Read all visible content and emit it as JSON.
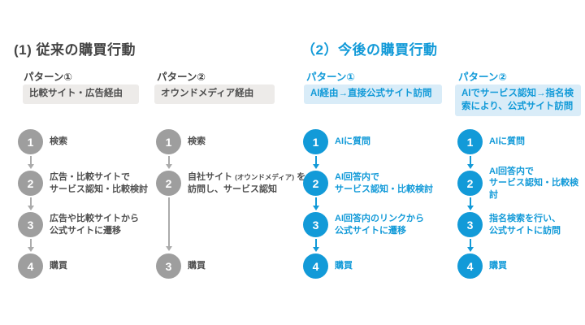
{
  "colors": {
    "accent_blue": "#129ad8",
    "blue_box_bg": "#d9ecf8",
    "gray_box_bg": "#edebe9",
    "gray_circle": "#9e9e9e",
    "dark_text": "#454545",
    "background": "#ffffff"
  },
  "sections": [
    {
      "title": "(1) 従来の購買行動",
      "patterns": [
        {
          "label": "パターン①",
          "route": "比較サイト・広告経由",
          "steps": [
            {
              "num": "1",
              "text": "検索"
            },
            {
              "num": "2",
              "text": "広告・比較サイトで\nサービス認知・比較検討"
            },
            {
              "num": "3",
              "text": "広告や比較サイトから\n公式サイトに遷移"
            },
            {
              "num": "4",
              "text": "購買"
            }
          ]
        },
        {
          "label": "パターン②",
          "route": "オウンドメディア経由",
          "steps": [
            {
              "num": "1",
              "text": "検索"
            },
            {
              "num": "2",
              "text_pre": "自社サイト ",
              "text_small": "(オウンドメディア)",
              "text_post": " を\n訪問し、サービス認知"
            },
            {
              "num": "3",
              "text": "購買"
            }
          ]
        }
      ]
    },
    {
      "title": "（2）今後の購買行動",
      "patterns": [
        {
          "label": "パターン①",
          "route": "AI経由→直接公式サイト訪問",
          "steps": [
            {
              "num": "1",
              "text": "AIに質問"
            },
            {
              "num": "2",
              "text": "AI回答内で\nサービス認知・比較検討"
            },
            {
              "num": "3",
              "text": "AI回答内のリンクから\n公式サイトに遷移"
            },
            {
              "num": "4",
              "text": "購買"
            }
          ]
        },
        {
          "label": "パターン②",
          "route": "AIでサービス認知→指名検\n索により、公式サイト訪問",
          "steps": [
            {
              "num": "1",
              "text": "AIに質問"
            },
            {
              "num": "2",
              "text": "AI回答内で\nサービス認知・比較検討"
            },
            {
              "num": "3",
              "text": "指名検索を行い、\n公式サイトに訪問"
            },
            {
              "num": "4",
              "text": "購買"
            }
          ]
        }
      ]
    }
  ]
}
